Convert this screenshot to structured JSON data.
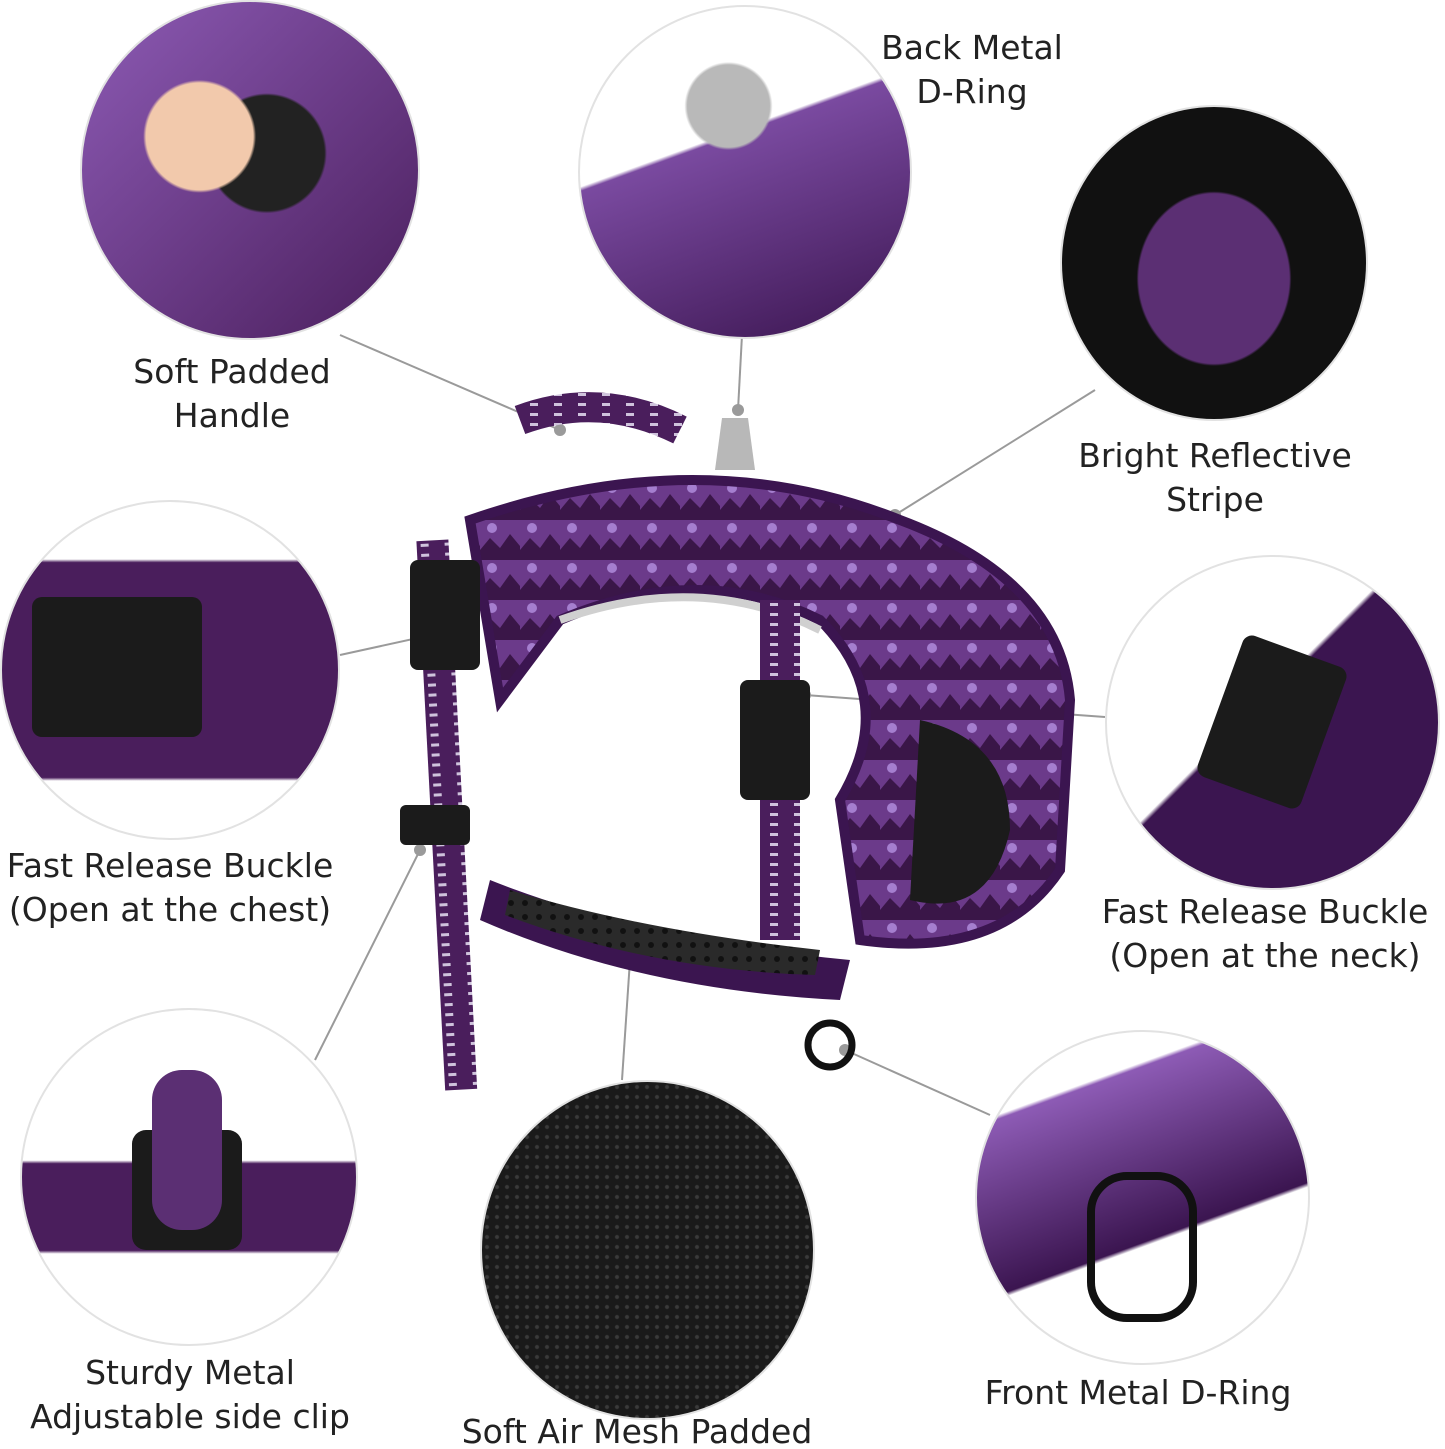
{
  "features": [
    {
      "id": "handle",
      "lines": [
        "Soft Padded",
        "Handle"
      ]
    },
    {
      "id": "back-d-ring",
      "lines": [
        "Back Metal",
        "D-Ring"
      ]
    },
    {
      "id": "reflective",
      "lines": [
        "Bright Reflective",
        "Stripe"
      ]
    },
    {
      "id": "chest-buckle",
      "lines": [
        "Fast Release Buckle",
        "(Open at the chest)"
      ]
    },
    {
      "id": "neck-buckle",
      "lines": [
        "Fast Release Buckle",
        "(Open at the neck)"
      ]
    },
    {
      "id": "side-clip",
      "lines": [
        "Sturdy Metal",
        "Adjustable side clip"
      ]
    },
    {
      "id": "mesh",
      "lines": [
        "Soft Air Mesh Padded"
      ]
    },
    {
      "id": "front-d-ring",
      "lines": [
        "Front Metal D-Ring"
      ]
    }
  ],
  "colors": {
    "purple": "#4a1e5c",
    "lilac": "#9b6cc0",
    "black": "#1b1b1b",
    "reflective": "#d8d8d8",
    "background": "#ffffff"
  }
}
